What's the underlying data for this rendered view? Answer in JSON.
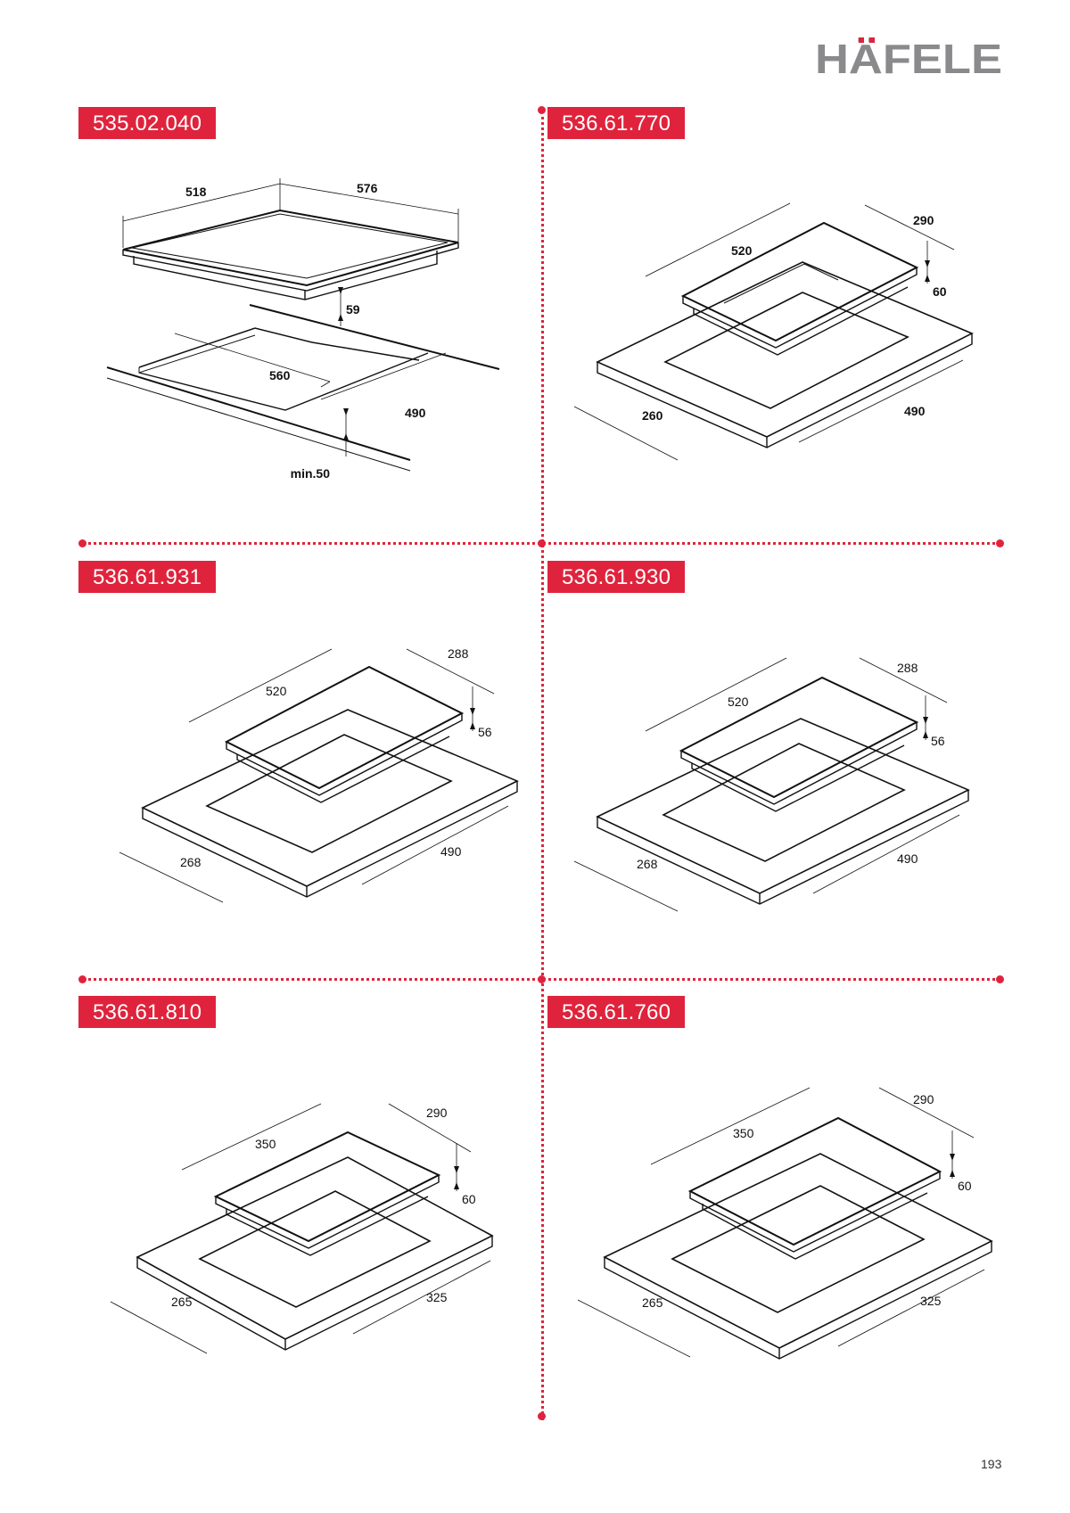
{
  "brand": {
    "name": "HÄFELE",
    "color": "#e0233c",
    "logo_gray": "#8a8a8d"
  },
  "panels": [
    {
      "code": "535.02.040",
      "dims": {
        "top_width": "518",
        "top_depth": "576",
        "thickness": "59",
        "cut_width": "560",
        "cut_depth": "490",
        "min_worktop": "min.50"
      }
    },
    {
      "code": "536.61.770",
      "dims": {
        "width": "520",
        "depth": "290",
        "height": "60",
        "cut_width": "260",
        "cut_depth": "490"
      }
    },
    {
      "code": "536.61.931",
      "dims": {
        "width": "520",
        "depth": "288",
        "height": "56",
        "cut_width": "268",
        "cut_depth": "490"
      }
    },
    {
      "code": "536.61.930",
      "dims": {
        "width": "520",
        "depth": "288",
        "height": "56",
        "cut_width": "268",
        "cut_depth": "490"
      }
    },
    {
      "code": "536.61.810",
      "dims": {
        "width": "350",
        "depth": "290",
        "height": "60",
        "cut_width": "265",
        "cut_depth": "325"
      }
    },
    {
      "code": "536.61.760",
      "dims": {
        "width": "350",
        "depth": "290",
        "height": "60",
        "cut_width": "265",
        "cut_depth": "325"
      }
    }
  ],
  "page_number": "193"
}
